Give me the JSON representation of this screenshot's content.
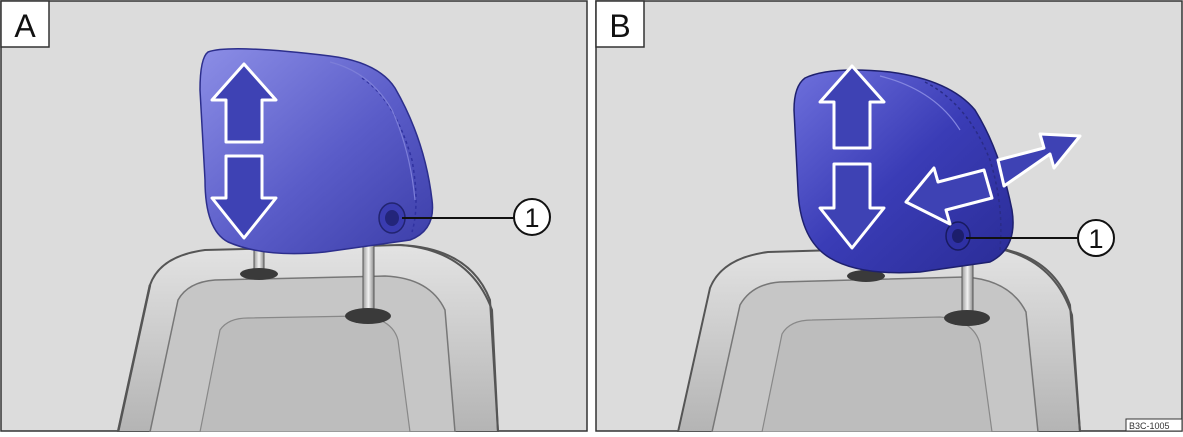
{
  "panels": [
    {
      "letter": "A",
      "callout": "1"
    },
    {
      "letter": "B",
      "callout": "1"
    }
  ],
  "figure_code": "B3C-1005",
  "colors": {
    "background": "#dcdcdc",
    "headrest": "#5a5cc8",
    "headrest_dark": "#3434a4",
    "arrow_fill": "#3e42b4",
    "arrow_outline": "#ffffff",
    "seat": "#c9c9c9",
    "seat_outline": "#555555",
    "frame_border": "#333333"
  }
}
